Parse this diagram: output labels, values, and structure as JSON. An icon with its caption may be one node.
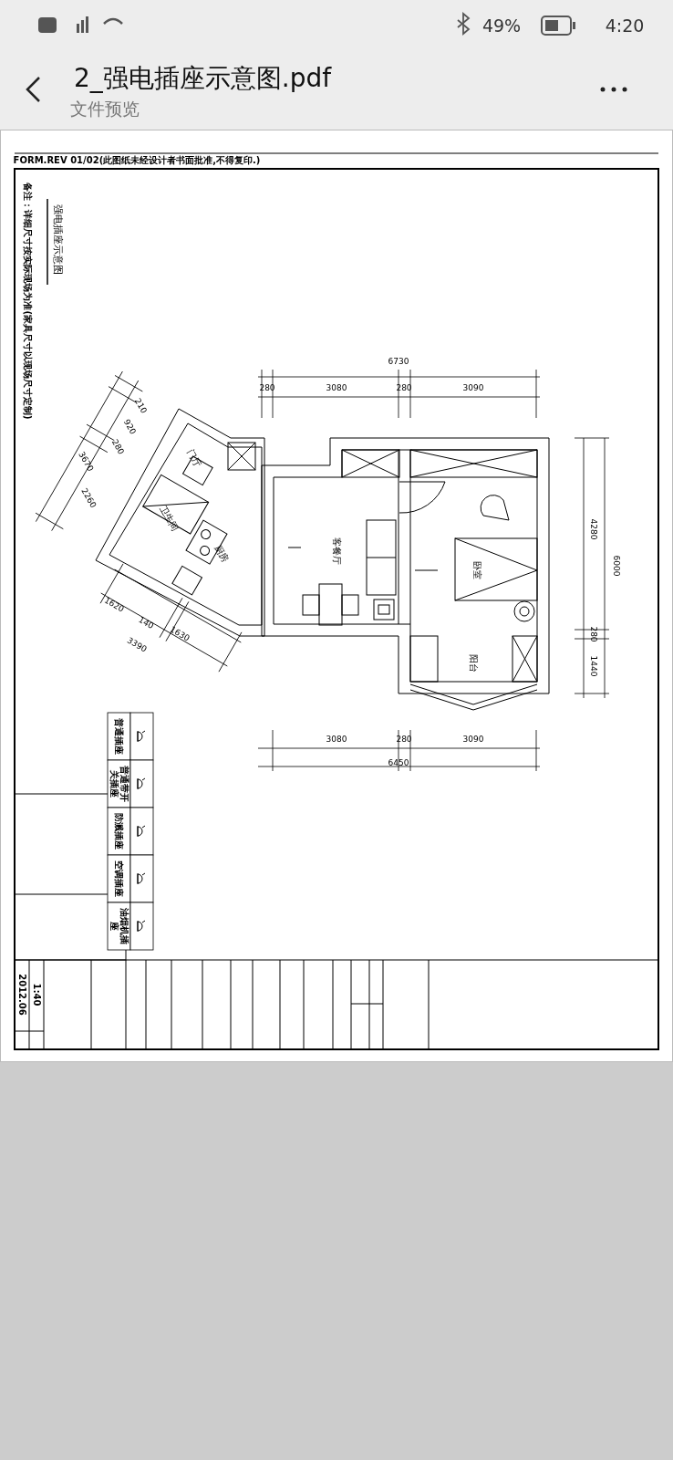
{
  "diagram": {
    "title": "强电插座示意图",
    "labels": [
      "49%",
      "4:20",
      "2_强电插座示意图.pdf",
      "文件预览",
      "FORM.REV 01/02(此图纸未经设计者书面批准,不得复印.)",
      "备注：详细尺寸按实际现场为准(家具尺寸以现场尺寸定制)",
      "6730",
      "280",
      "3080",
      "280",
      "3090",
      "210",
      "920",
      "280",
      "3670",
      "2260",
      "门厅",
      "卫生间",
      "厨房",
      "客餐厅",
      "卧室",
      "4280",
      "6000",
      "280",
      "1440",
      "1620",
      "140",
      "3390",
      "1630",
      "阳台",
      "3080",
      "280",
      "3090",
      "6450",
      "2012.06",
      "1:40"
    ],
    "legend": [
      {
        "text": "普通插座"
      },
      {
        "text": "普通带开关插座"
      },
      {
        "text": "防溅插座"
      },
      {
        "text": "空调插座"
      },
      {
        "text": "油烟机插座"
      }
    ]
  }
}
